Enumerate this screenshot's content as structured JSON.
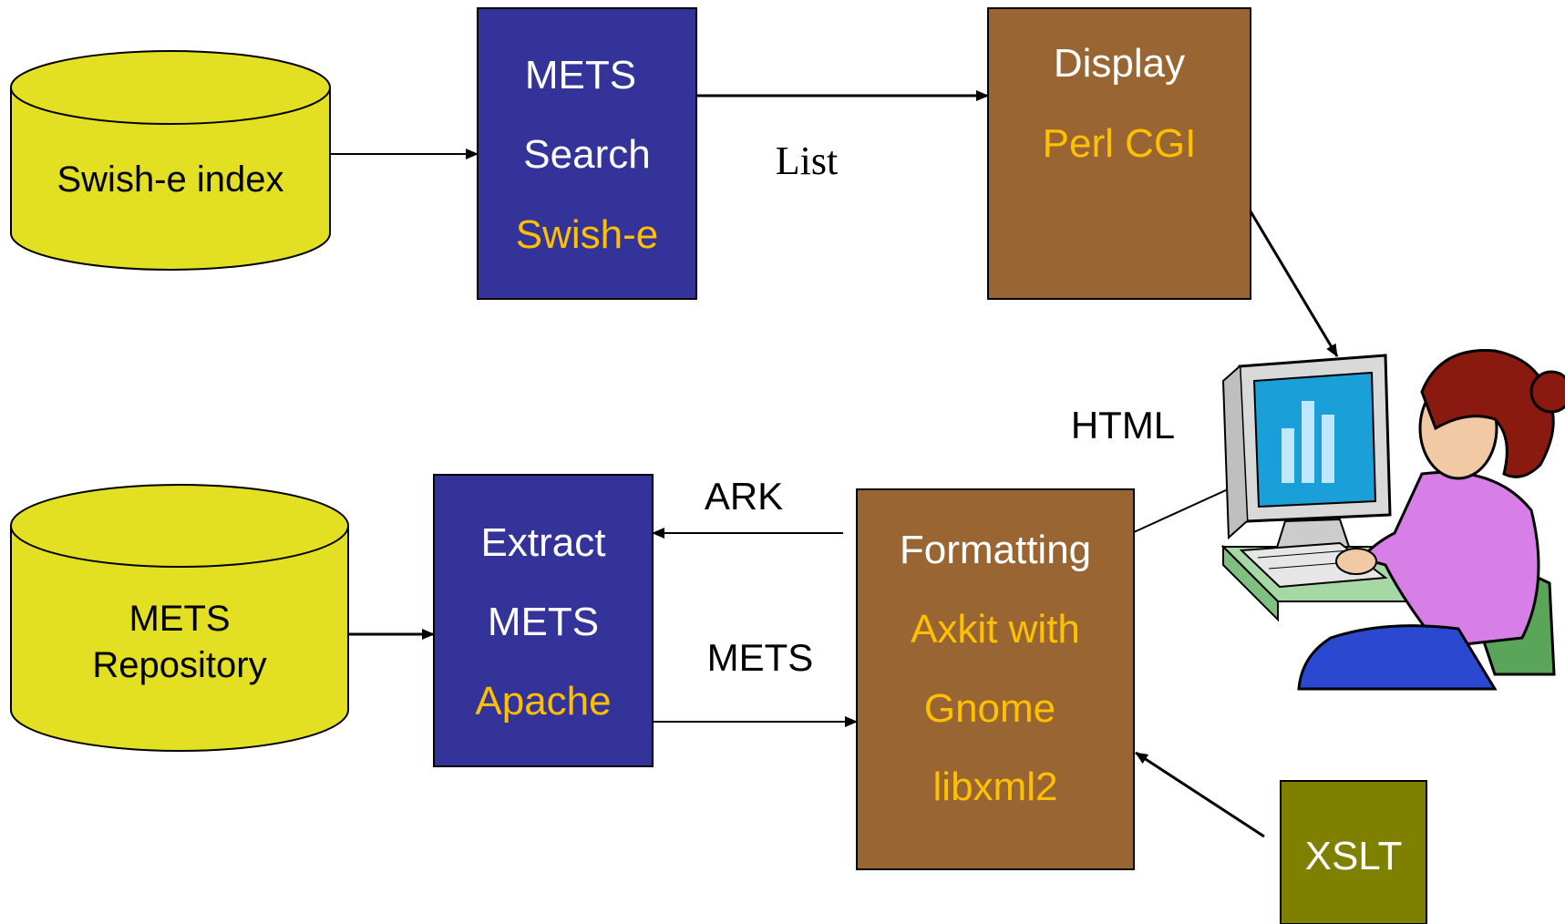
{
  "nodes": {
    "swish_index": {
      "label": "Swish-e index"
    },
    "mets_repository": {
      "line1": "METS",
      "line2": "Repository"
    },
    "mets_search": {
      "line1": "METS",
      "line2": "Search",
      "tech": "Swish-e"
    },
    "display": {
      "line1": "Display",
      "tech": "Perl CGI"
    },
    "extract": {
      "line1": "Extract",
      "line2": "METS",
      "tech": "Apache"
    },
    "formatting": {
      "line1": "Formatting",
      "tech1": "Axkit with",
      "tech2": "Gnome",
      "tech3": "libxml2"
    },
    "xslt": {
      "label": "XSLT"
    }
  },
  "edges": {
    "list": "List",
    "html": "HTML",
    "ark": "ARK",
    "mets": "METS"
  },
  "colors": {
    "cylinder_fill": "#e3df22",
    "blue_box": "#333399",
    "brown_box": "#996633",
    "olive_box": "#808000",
    "tech_text": "#ffc000"
  },
  "clipart": {
    "icon": "user-at-computer-icon"
  }
}
